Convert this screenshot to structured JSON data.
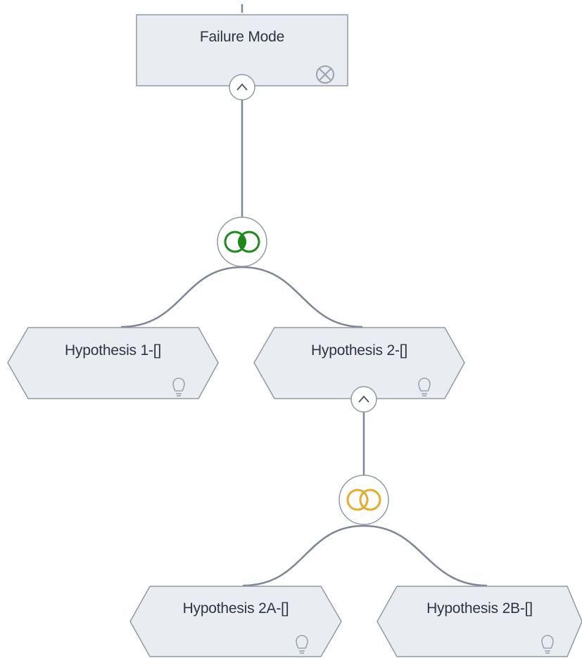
{
  "colors": {
    "node_fill": "#e9edf1",
    "node_border": "#8f9aa6",
    "connector": "#7c8793",
    "gate_and": "#1b8a1b",
    "gate_or": "#e6ac2e",
    "text": "#2b3440",
    "icon": "#9aa3ad"
  },
  "nodes": {
    "failure_mode": {
      "label": "Failure Mode",
      "shape": "rectangle",
      "icon": "remove-circle-icon"
    },
    "hypothesis_1": {
      "label": "Hypothesis 1-[]",
      "shape": "hexagon",
      "icon": "lightbulb-icon"
    },
    "hypothesis_2": {
      "label": "Hypothesis 2-[]",
      "shape": "hexagon",
      "icon": "lightbulb-icon"
    },
    "hypothesis_2a": {
      "label": "Hypothesis 2A-[]",
      "shape": "hexagon",
      "icon": "lightbulb-icon"
    },
    "hypothesis_2b": {
      "label": "Hypothesis 2B-[]",
      "shape": "hexagon",
      "icon": "lightbulb-icon"
    }
  },
  "gates": {
    "gate_1": {
      "type": "and",
      "icon": "and-gate-icon"
    },
    "gate_2": {
      "type": "or",
      "icon": "or-gate-icon"
    }
  },
  "toggles": {
    "failure_mode": {
      "state": "expanded",
      "icon": "chevron-up-icon"
    },
    "hypothesis_2": {
      "state": "expanded",
      "icon": "chevron-up-icon"
    }
  }
}
